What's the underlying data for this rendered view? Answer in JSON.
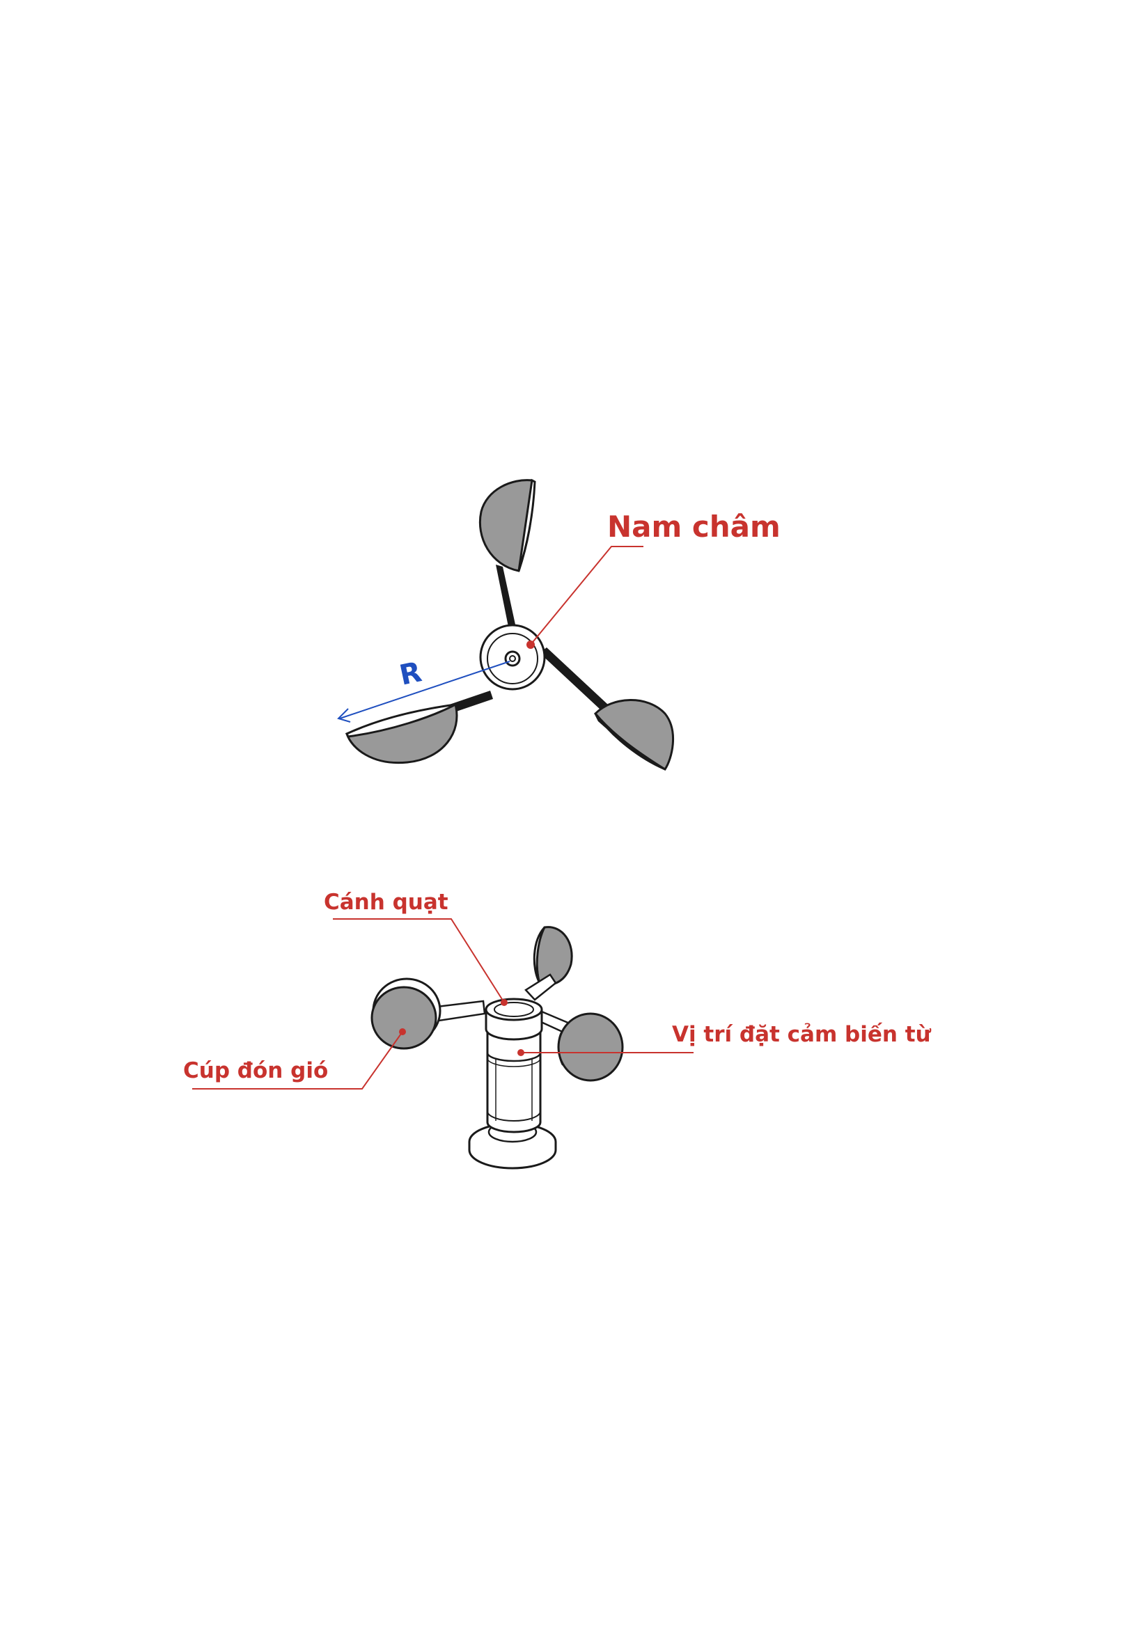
{
  "colors": {
    "cup_fill": "#999999",
    "outline": "#1a1a1a",
    "label": "#c8332e",
    "radius": "#1f4fbf"
  },
  "top_view": {
    "magnet_label": "Nam châm",
    "radius_label": "R"
  },
  "side_view": {
    "blade_label": "Cánh quạt",
    "cup_label": "Cúp đón gió",
    "sensor_label": "Vị trí đặt cảm biến từ"
  }
}
